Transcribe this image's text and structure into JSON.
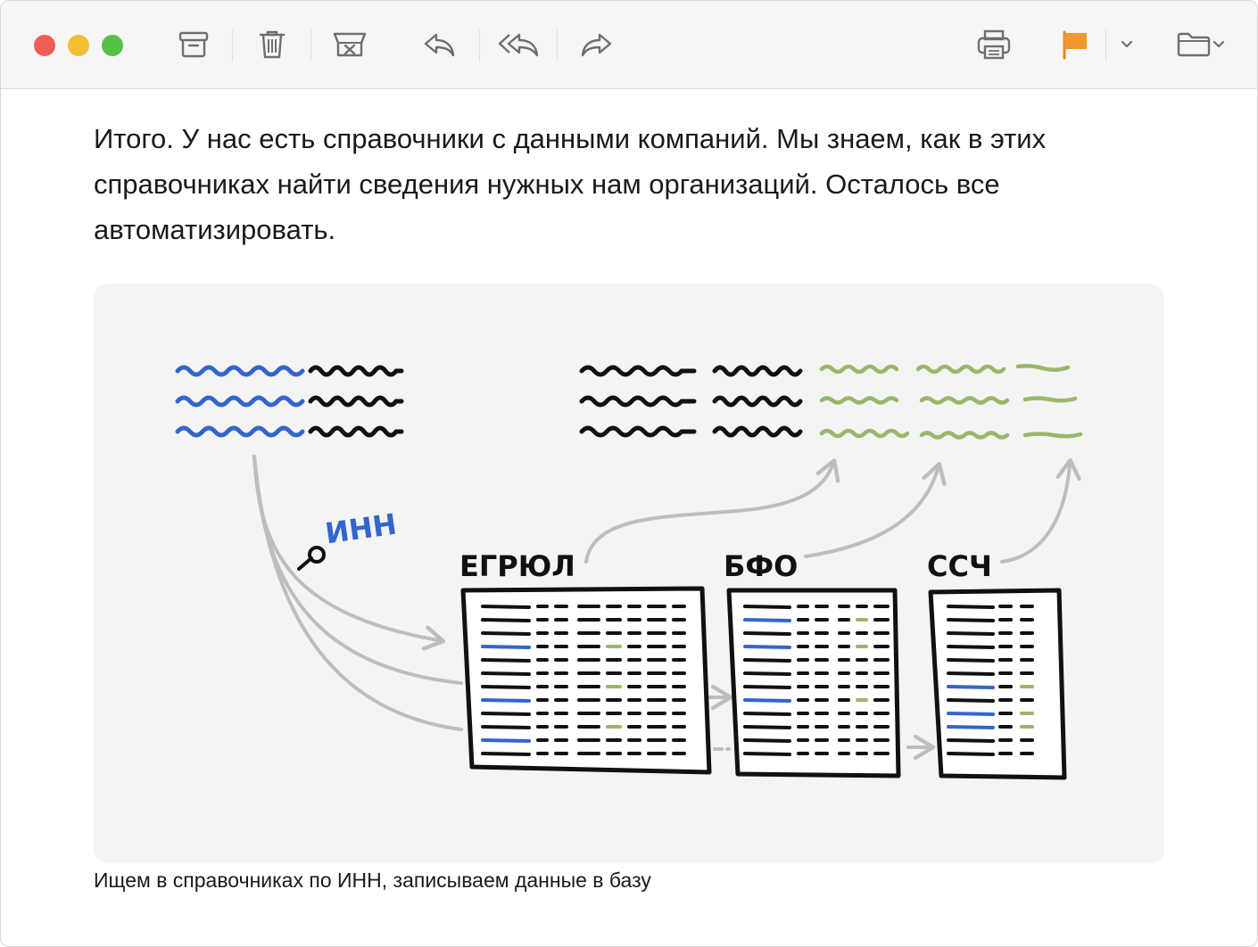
{
  "toolbar": {
    "traffic_lights": {
      "close": "#ee5e55",
      "minimize": "#f5bd32",
      "zoom": "#55c149"
    },
    "icons": [
      "archive-icon",
      "trash-icon",
      "junk-icon",
      "reply-icon",
      "reply-all-icon",
      "forward-icon",
      "print-icon",
      "flag-icon",
      "chevron-down-icon",
      "folder-icon"
    ],
    "flag_color": "#f0982e"
  },
  "message": {
    "paragraph": "Итого. У нас есть справочники с данными компаний. Мы знаем, как в этих справочниках найти сведения нужных нам организаций. Осталось все автоматизировать."
  },
  "figure": {
    "key_label": "ИНН",
    "sources": [
      {
        "label": "ЕГРЮЛ"
      },
      {
        "label": "БФО"
      },
      {
        "label": "ССЧ"
      }
    ],
    "caption": "Ищем в справочниках по ИНН, записываем данные в базу",
    "colors": {
      "key": "#3366cc",
      "data": "#9ab769",
      "ink": "#111111",
      "arrow": "#bdbdbd",
      "panel": "#f4f4f4"
    }
  }
}
